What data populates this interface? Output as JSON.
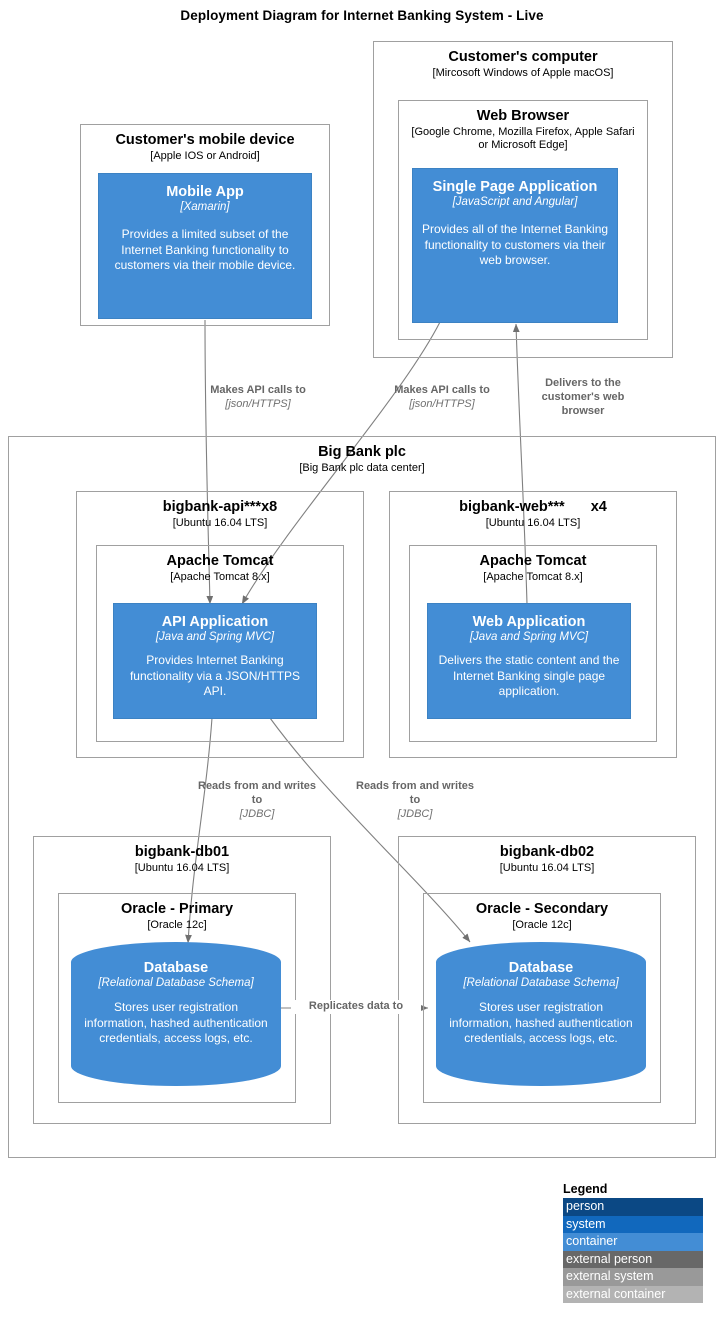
{
  "title": "Deployment Diagram for Internet Banking System - Live",
  "nodes": {
    "customer_mobile_device": {
      "name": "Customer's mobile device",
      "tech": "[Apple IOS or Android]"
    },
    "customer_computer": {
      "name": "Customer's computer",
      "tech": "[Mircosoft Windows of Apple macOS]"
    },
    "web_browser": {
      "name": "Web Browser",
      "tech": "[Google Chrome, Mozilla Firefox, Apple Safari or Microsoft Edge]"
    },
    "big_bank_plc": {
      "name": "Big Bank plc",
      "tech": "[Big Bank plc data center]"
    },
    "bigbank_api": {
      "name": "bigbank-api***x8",
      "tech": "[Ubuntu 16.04 LTS]"
    },
    "bigbank_web": {
      "name": "bigbank-web***",
      "instances": "x4",
      "tech": "[Ubuntu 16.04 LTS]"
    },
    "apache_tomcat_api": {
      "name": "Apache Tomcat",
      "tech": "[Apache Tomcat 8.x]"
    },
    "apache_tomcat_web": {
      "name": "Apache Tomcat",
      "tech": "[Apache Tomcat 8.x]"
    },
    "bigbank_db01": {
      "name": "bigbank-db01",
      "tech": "[Ubuntu 16.04 LTS]"
    },
    "bigbank_db02": {
      "name": "bigbank-db02",
      "tech": "[Ubuntu 16.04 LTS]"
    },
    "oracle_primary": {
      "name": "Oracle - Primary",
      "tech": "[Oracle 12c]"
    },
    "oracle_secondary": {
      "name": "Oracle - Secondary",
      "tech": "[Oracle 12c]"
    }
  },
  "containers": {
    "mobile_app": {
      "name": "Mobile App",
      "tech": "[Xamarin]",
      "description": "Provides a limited subset of the Internet Banking functionality to customers via their mobile device."
    },
    "single_page_application": {
      "name": "Single Page Application",
      "tech": "[JavaScript and Angular]",
      "description": "Provides all of the Internet Banking functionality to customers via their web browser."
    },
    "api_application": {
      "name": "API Application",
      "tech": "[Java and Spring MVC]",
      "description": "Provides Internet Banking functionality via a JSON/HTTPS API."
    },
    "web_application": {
      "name": "Web Application",
      "tech": "[Java and Spring MVC]",
      "description": "Delivers the static content and the Internet Banking single page application."
    },
    "database_primary": {
      "name": "Database",
      "tech": "[Relational Database Schema]",
      "description": "Stores user registration information, hashed authentication credentials, access logs, etc."
    },
    "database_secondary": {
      "name": "Database",
      "tech": "[Relational Database Schema]",
      "description": "Stores user registration information, hashed authentication credentials, access logs, etc."
    }
  },
  "relationships": {
    "mobile_to_api": {
      "label": "Makes API calls to",
      "tech": "[json/HTTPS]"
    },
    "spa_to_api": {
      "label": "Makes API calls to",
      "tech": "[json/HTTPS]"
    },
    "web_to_browser": {
      "label": "Delivers to the customer's web browser",
      "tech": ""
    },
    "api_to_db01": {
      "label": "Reads from and writes to",
      "tech": "[JDBC]"
    },
    "api_to_db02": {
      "label": "Reads from and writes to",
      "tech": "[JDBC]"
    },
    "db_replication": {
      "label": "Replicates data to",
      "tech": ""
    }
  },
  "legend": {
    "title": "Legend",
    "items": [
      {
        "label": "person",
        "color": "#0B4884"
      },
      {
        "label": "system",
        "color": "#1168BD"
      },
      {
        "label": "container",
        "color": "#438DD5"
      },
      {
        "label": "external person",
        "color": "#686868"
      },
      {
        "label": "external system",
        "color": "#999999"
      },
      {
        "label": "external container",
        "color": "#B3B3B3"
      }
    ]
  },
  "colors": {
    "container_fill": "#438DD5",
    "node_border": "#a0a0a0",
    "relationship_line": "#707070",
    "label_text": "#666666"
  }
}
